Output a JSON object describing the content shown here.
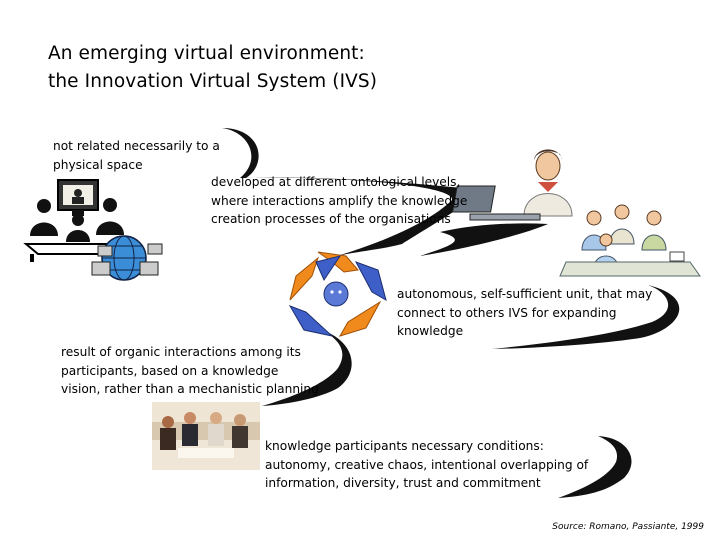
{
  "slide": {
    "title_line1": "An emerging virtual environment:",
    "title_line2": "the Innovation Virtual System (IVS)",
    "points": {
      "p1": [
        "not related necessarily to a",
        "physical space"
      ],
      "p2": [
        "developed at different ontological levels,",
        "where interactions amplify the knowledge",
        "creation processes of the organisations"
      ],
      "p3": [
        "autonomous, self-sufficient unit, that may",
        "connect to others IVS for expanding",
        "knowledge"
      ],
      "p4": [
        "result of organic interactions among its",
        "participants, based on a knowledge",
        "vision, rather than a mechanistic planning"
      ],
      "p5": [
        "knowledge participants necessary conditions:",
        "autonomy, creative chaos, intentional overlapping of",
        "information, diversity, trust and commitment"
      ]
    },
    "source": "Source: Romano, Passiante, 1999"
  },
  "colors": {
    "swoosh": "#111111",
    "arrow_orange": "#f08a1c",
    "arrow_blue": "#3f5fc8",
    "text": "#000000"
  },
  "icons": [
    "videoconference-clipart",
    "globe-network-clipart",
    "recycle-arrows-icon",
    "laptop-worker-clipart",
    "team-meeting-clipart",
    "meeting-photo"
  ]
}
